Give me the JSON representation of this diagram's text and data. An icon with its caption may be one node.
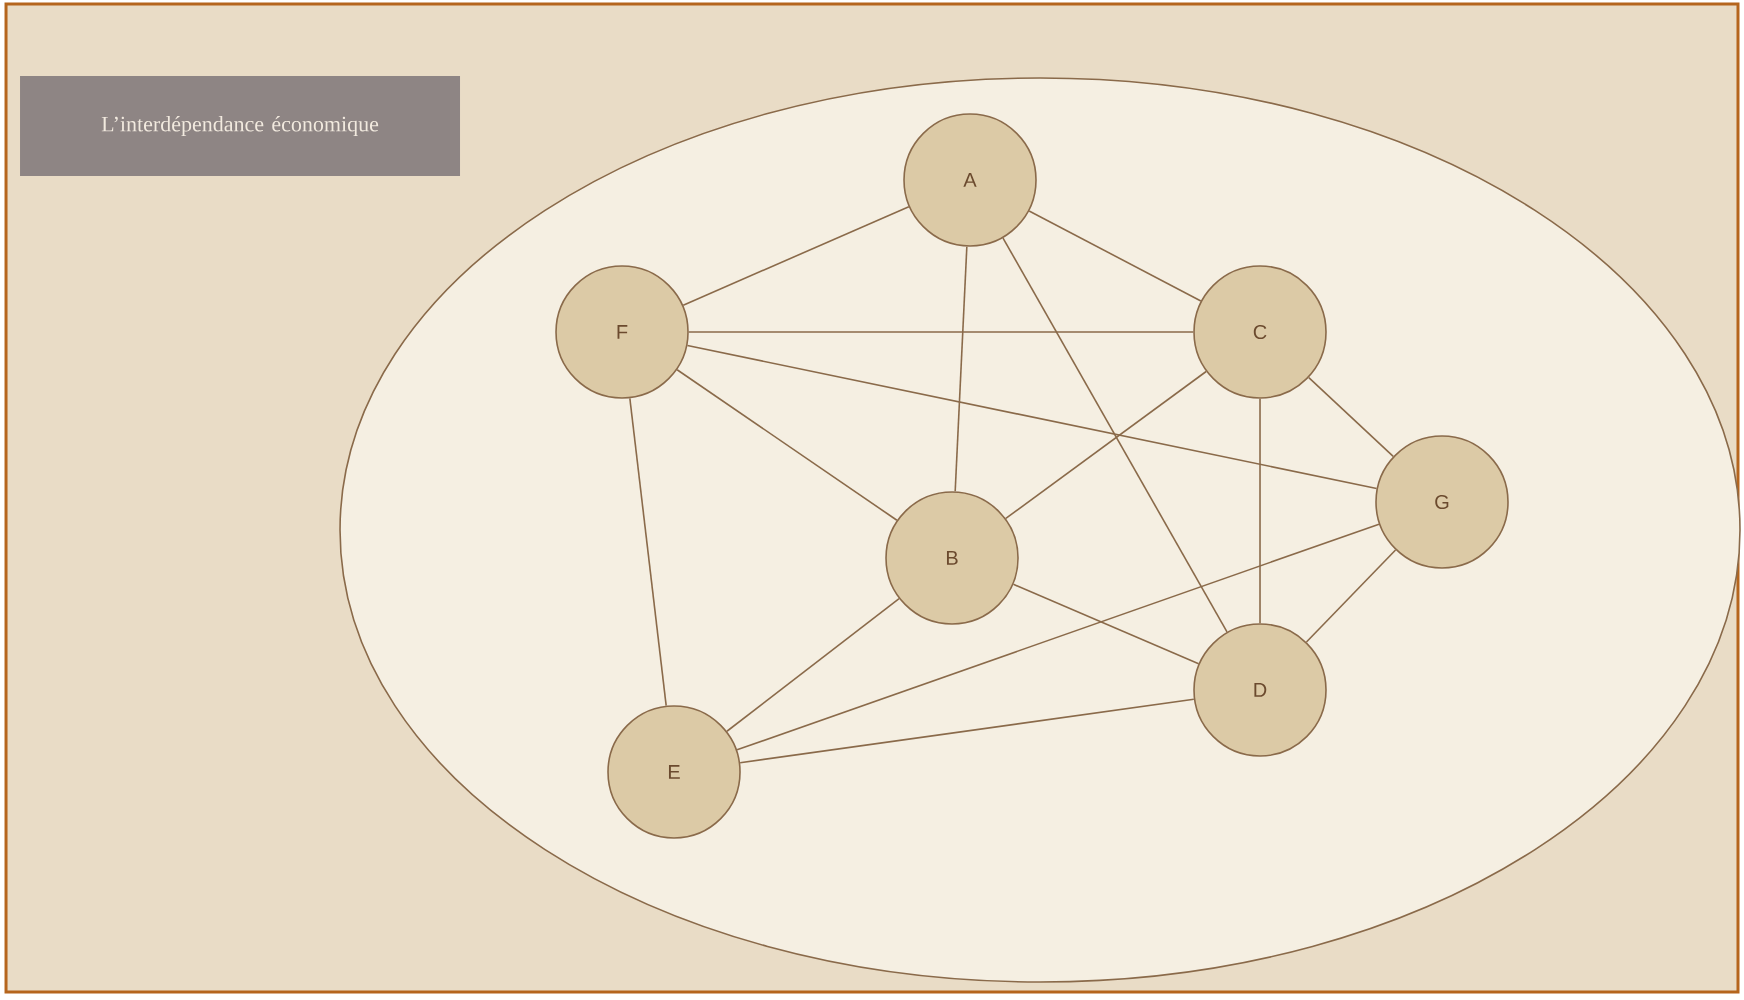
{
  "diagram": {
    "title": "L’interdépendance économique",
    "nodes": [
      {
        "text": [
          "A"
        ]
      },
      {
        "text": [
          "F"
        ]
      },
      {
        "text": [
          "C"
        ]
      },
      {
        "text": [
          "G"
        ]
      },
      {
        "text": [
          "B"
        ]
      },
      {
        "text": [
          "D"
        ]
      },
      {
        "text": [
          "E"
        ]
      }
    ],
    "edges": [
      {
        "from": 0,
        "to": 1,
        "arrow": "none"
      },
      {
        "from": 0,
        "to": 2,
        "arrow": "none"
      },
      {
        "from": 0,
        "to": 4,
        "arrow": "none"
      },
      {
        "from": 0,
        "to": 5,
        "arrow": "none"
      },
      {
        "from": 1,
        "to": 2,
        "arrow": "none"
      },
      {
        "from": 1,
        "to": 4,
        "arrow": "none"
      },
      {
        "from": 1,
        "to": 3,
        "arrow": "none"
      },
      {
        "from": 1,
        "to": 6,
        "arrow": "none"
      },
      {
        "from": 2,
        "to": 4,
        "arrow": "none"
      },
      {
        "from": 2,
        "to": 5,
        "arrow": "none"
      },
      {
        "from": 2,
        "to": 3,
        "arrow": "none"
      },
      {
        "from": 3,
        "to": 5,
        "arrow": "none"
      },
      {
        "from": 3,
        "to": 6,
        "arrow": "none"
      },
      {
        "from": 4,
        "to": 6,
        "arrow": "none"
      },
      {
        "from": 4,
        "to": 5,
        "arrow": "none"
      },
      {
        "from": 6,
        "to": 5,
        "arrow": "none"
      }
    ]
  }
}
